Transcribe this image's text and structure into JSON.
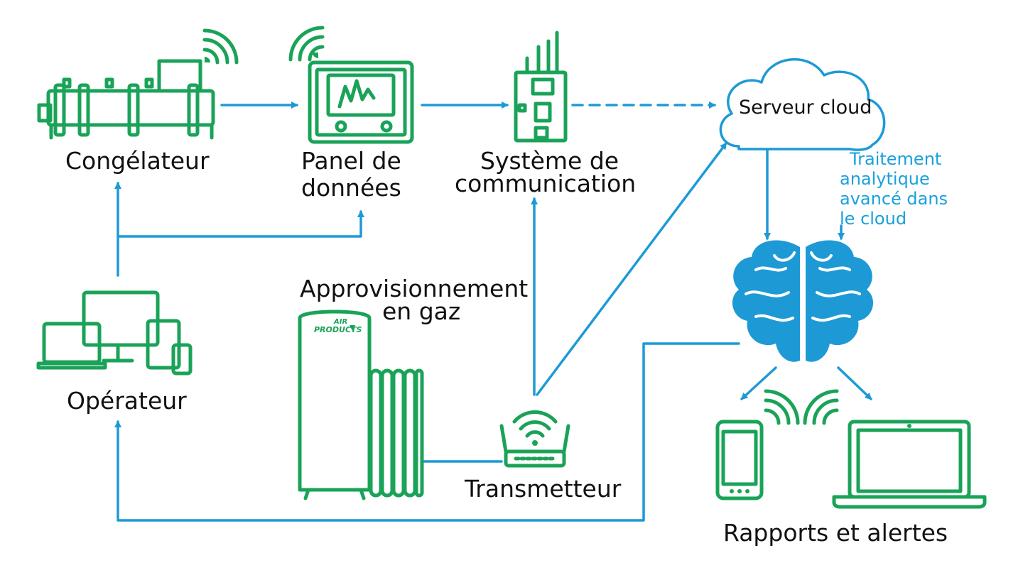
{
  "colors": {
    "green": "#1aa358",
    "blue": "#1d9ad6",
    "text": "#111111",
    "annotation": "#1aa0dc"
  },
  "labels": {
    "freezer": "Congélateur",
    "data_panel_1": "Panel de",
    "data_panel_2": "données",
    "comm_1": "Système de",
    "comm_2": "communication",
    "cloud": "Serveur cloud",
    "analytics_1": "Traitement",
    "analytics_2": "analytique",
    "analytics_3": "avancé dans",
    "analytics_4": "le cloud",
    "gas_1": "Approvisionnement",
    "gas_2": "en gaz",
    "operator": "Opérateur",
    "transmitter": "Transmetteur",
    "reports": "Rapports et alertes",
    "logo_1": "AIR",
    "logo_2": "PRODUCTS"
  },
  "icons": {
    "freezer": "freezer-icon",
    "panel": "data-panel-icon",
    "comm": "communication-system-icon",
    "cloud": "cloud-icon",
    "brain": "brain-icon",
    "operator": "operator-devices-icon",
    "gas": "gas-tank-icon",
    "transmitter": "router-icon",
    "phone": "smartphone-icon",
    "laptop": "laptop-icon",
    "signal": "wifi-signal-icon"
  }
}
